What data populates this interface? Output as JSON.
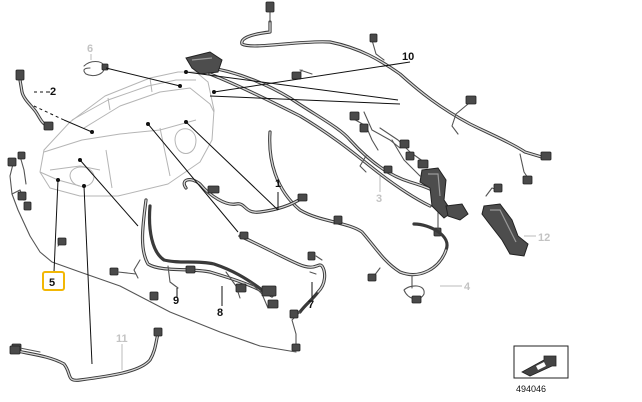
{
  "diagram": {
    "callouts": [
      {
        "id": "1",
        "highlighted": false,
        "dimmed": false
      },
      {
        "id": "2",
        "highlighted": false,
        "dimmed": false
      },
      {
        "id": "3",
        "highlighted": false,
        "dimmed": true
      },
      {
        "id": "4",
        "highlighted": false,
        "dimmed": true
      },
      {
        "id": "5",
        "highlighted": true,
        "dimmed": false
      },
      {
        "id": "6",
        "highlighted": false,
        "dimmed": true
      },
      {
        "id": "7",
        "highlighted": false,
        "dimmed": false
      },
      {
        "id": "8",
        "highlighted": false,
        "dimmed": false
      },
      {
        "id": "9",
        "highlighted": false,
        "dimmed": false
      },
      {
        "id": "10",
        "highlighted": false,
        "dimmed": false
      },
      {
        "id": "11",
        "highlighted": false,
        "dimmed": true
      },
      {
        "id": "12",
        "highlighted": false,
        "dimmed": true
      }
    ],
    "highlight_color": "#f2b705",
    "reference_number": "494046"
  }
}
